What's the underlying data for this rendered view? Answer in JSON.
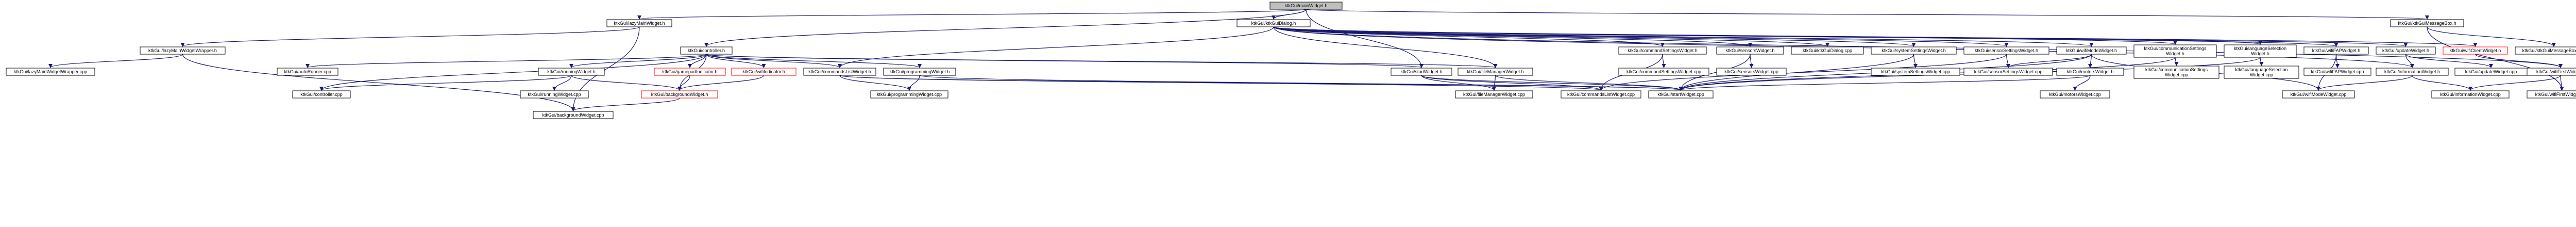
{
  "graph": {
    "title": "",
    "edge_color": "#191970",
    "highlight_border": "#ff0000",
    "root_fill": "#bfbfbf",
    "nodes": [
      {
        "id": "mainwidget",
        "label": [
          "ktkGui/mainWidget.h"
        ],
        "style": "root"
      },
      {
        "id": "lazymain",
        "label": [
          "ktkGui/lazyMainWidget.h"
        ]
      },
      {
        "id": "uidialog",
        "label": [
          "ktkGui/ktkGuiDialog.h"
        ]
      },
      {
        "id": "msgbox",
        "label": [
          "ktkGui/ktkGuiMessageBox.h"
        ]
      },
      {
        "id": "lazywrapper",
        "label": [
          "ktkGui/lazyMainWidgetWrapper.h"
        ]
      },
      {
        "id": "controller",
        "label": [
          "ktkGui/controller.h"
        ]
      },
      {
        "id": "cmdsettings",
        "label": [
          "ktkGui/commandSettingsWidget.h"
        ]
      },
      {
        "id": "sensors",
        "label": [
          "ktkGui/sensorsWidget.h"
        ]
      },
      {
        "id": "dialogcpp",
        "label": [
          "ktkGui/ktkGuiDialog.cpp"
        ]
      },
      {
        "id": "syssettings",
        "label": [
          "ktkGui/systemSettingsWidget.h"
        ]
      },
      {
        "id": "sensorsettings",
        "label": [
          "ktkGui/sensorSettingsWidget.h"
        ]
      },
      {
        "id": "wifimode",
        "label": [
          "ktkGui/wifiModeWidget.h"
        ]
      },
      {
        "id": "commsettings",
        "label": [
          "ktkGui/communicationSettings",
          "Widget.h"
        ]
      },
      {
        "id": "langsel",
        "label": [
          "ktkGui/languageSelection",
          "Widget.h"
        ]
      },
      {
        "id": "fapwidget",
        "label": [
          "ktkGui/wifiFAPWidget.h"
        ]
      },
      {
        "id": "updatewidget",
        "label": [
          "ktkGui/updateWidget.h"
        ]
      },
      {
        "id": "clientwidget",
        "label": [
          "ktkGui/wifiClientWidget.h"
        ],
        "style": "red"
      },
      {
        "id": "msgboxcpp",
        "label": [
          "ktkGui/ktkGuiMessageBox.cpp"
        ]
      },
      {
        "id": "wrappercpp",
        "label": [
          "ktkGui/lazyMainWidgetWrapper.cpp"
        ]
      },
      {
        "id": "autorunner",
        "label": [
          "ktkGui/autoRunner.cpp"
        ]
      },
      {
        "id": "runningwidget",
        "label": [
          "ktkGui/runningWidget.h"
        ]
      },
      {
        "id": "gamepad",
        "label": [
          "ktkGui/gamepadIndicator.h"
        ],
        "style": "red"
      },
      {
        "id": "wifiindicator",
        "label": [
          "ktkGui/wifiIndicator.h"
        ],
        "style": "red"
      },
      {
        "id": "cmdlistwidget",
        "label": [
          "ktkGui/commandsListWidget.h"
        ]
      },
      {
        "id": "progwidget",
        "label": [
          "ktkGui/programmingWidget.h"
        ]
      },
      {
        "id": "startwidget",
        "label": [
          "ktkGui/startWidget.h"
        ]
      },
      {
        "id": "filemanager",
        "label": [
          "ktkGui/fileManagerWidget.h"
        ]
      },
      {
        "id": "cmdsettingscpp",
        "label": [
          "ktkGui/commandSettingsWidget.cpp"
        ]
      },
      {
        "id": "sensorscpp",
        "label": [
          "ktkGui/sensorsWidget.cpp"
        ]
      },
      {
        "id": "syssettingscpp",
        "label": [
          "ktkGui/systemSettingsWidget.cpp"
        ]
      },
      {
        "id": "sensorsettingscpp",
        "label": [
          "ktkGui/sensorSettingsWidget.cpp"
        ]
      },
      {
        "id": "motorswidget",
        "label": [
          "ktkGui/motorsWidget.h"
        ]
      },
      {
        "id": "commsettingscpp",
        "label": [
          "ktkGui/communicationSettings",
          "Widget.cpp"
        ]
      },
      {
        "id": "langselcpp",
        "label": [
          "ktkGui/languageSelection",
          "Widget.cpp"
        ]
      },
      {
        "id": "fapcpp",
        "label": [
          "ktkGui/wifiFAPWidget.cpp"
        ]
      },
      {
        "id": "infowidget",
        "label": [
          "ktkGui/informationWidget.h"
        ]
      },
      {
        "id": "updatecpp",
        "label": [
          "ktkGui/updateWidget.cpp"
        ]
      },
      {
        "id": "firstwidget",
        "label": [
          "ktkGui/wifiFirstWidget.h"
        ]
      },
      {
        "id": "controllercpp",
        "label": [
          "ktkGui/controller.cpp"
        ]
      },
      {
        "id": "runningcpp",
        "label": [
          "ktkGui/runningWidget.cpp"
        ]
      },
      {
        "id": "background",
        "label": [
          "ktkGui/backgroundWidget.h"
        ],
        "style": "red"
      },
      {
        "id": "progcpp",
        "label": [
          "ktkGui/programmingWidget.cpp"
        ]
      },
      {
        "id": "filemanagercpp",
        "label": [
          "ktkGui/fileManagerWidget.cpp"
        ]
      },
      {
        "id": "cmdlistcpp",
        "label": [
          "ktkGui/commandsListWidget.cpp"
        ]
      },
      {
        "id": "startcpp",
        "label": [
          "ktkGui/startWidget.cpp"
        ]
      },
      {
        "id": "motorscpp",
        "label": [
          "ktkGui/motorsWidget.cpp"
        ]
      },
      {
        "id": "wifimodecpp",
        "label": [
          "ktkGui/wifiModeWidget.cpp"
        ]
      },
      {
        "id": "infocpp",
        "label": [
          "ktkGui/informationWidget.cpp"
        ]
      },
      {
        "id": "firstcpp",
        "label": [
          "ktkGui/wifiFirstWidget.cpp"
        ]
      },
      {
        "id": "backgroundcpp",
        "label": [
          "ktkGui/backgroundWidget.cpp"
        ]
      }
    ],
    "edges": [
      [
        "mainwidget",
        "lazymain"
      ],
      [
        "mainwidget",
        "uidialog"
      ],
      [
        "mainwidget",
        "msgbox"
      ],
      [
        "mainwidget",
        "controller"
      ],
      [
        "mainwidget",
        "startwidget"
      ],
      [
        "lazymain",
        "lazywrapper"
      ],
      [
        "lazymain",
        "backgroundcpp"
      ],
      [
        "lazywrapper",
        "wrappercpp"
      ],
      [
        "lazywrapper",
        "backgroundcpp"
      ],
      [
        "uidialog",
        "cmdsettings"
      ],
      [
        "uidialog",
        "sensors"
      ],
      [
        "uidialog",
        "dialogcpp"
      ],
      [
        "uidialog",
        "syssettings"
      ],
      [
        "uidialog",
        "sensorsettings"
      ],
      [
        "uidialog",
        "wifimode"
      ],
      [
        "uidialog",
        "commsettings"
      ],
      [
        "uidialog",
        "langsel"
      ],
      [
        "uidialog",
        "fapwidget"
      ],
      [
        "uidialog",
        "updatewidget"
      ],
      [
        "uidialog",
        "clientwidget"
      ],
      [
        "uidialog",
        "firstwidget"
      ],
      [
        "uidialog",
        "infowidget"
      ],
      [
        "uidialog",
        "cmdlistwidget"
      ],
      [
        "uidialog",
        "filemanager"
      ],
      [
        "msgbox",
        "msgboxcpp"
      ],
      [
        "msgbox",
        "firstcpp"
      ],
      [
        "controller",
        "autorunner"
      ],
      [
        "controller",
        "runningwidget"
      ],
      [
        "controller",
        "gamepad"
      ],
      [
        "controller",
        "wifiindicator"
      ],
      [
        "controller",
        "cmdlistwidget"
      ],
      [
        "controller",
        "progwidget"
      ],
      [
        "controller",
        "startwidget"
      ],
      [
        "controller",
        "filemanager"
      ],
      [
        "controller",
        "controllercpp"
      ],
      [
        "controller",
        "background"
      ],
      [
        "runningwidget",
        "controllercpp"
      ],
      [
        "runningwidget",
        "runningcpp"
      ],
      [
        "runningwidget",
        "background"
      ],
      [
        "gamepad",
        "background"
      ],
      [
        "wifiindicator",
        "background"
      ],
      [
        "cmdlistwidget",
        "cmdlistcpp"
      ],
      [
        "cmdlistwidget",
        "progcpp"
      ],
      [
        "cmdlistwidget",
        "startcpp"
      ],
      [
        "progwidget",
        "progcpp"
      ],
      [
        "progwidget",
        "startcpp"
      ],
      [
        "startwidget",
        "startcpp"
      ],
      [
        "startwidget",
        "filemanagercpp"
      ],
      [
        "startwidget",
        "cmdlistcpp"
      ],
      [
        "filemanager",
        "filemanagercpp"
      ],
      [
        "filemanager",
        "startcpp"
      ],
      [
        "cmdsettings",
        "cmdsettingscpp"
      ],
      [
        "cmdsettings",
        "cmdlistcpp"
      ],
      [
        "sensors",
        "sensorscpp"
      ],
      [
        "sensors",
        "startcpp"
      ],
      [
        "syssettings",
        "syssettingscpp"
      ],
      [
        "syssettings",
        "startcpp"
      ],
      [
        "sensorsettings",
        "sensorsettingscpp"
      ],
      [
        "sensorsettings",
        "cmdlistcpp"
      ],
      [
        "wifimode",
        "motorswidget"
      ],
      [
        "wifimode",
        "wifimodecpp"
      ],
      [
        "wifimode",
        "startcpp"
      ],
      [
        "wifimode",
        "sensorsettingscpp"
      ],
      [
        "motorswidget",
        "motorscpp"
      ],
      [
        "motorswidget",
        "startcpp"
      ],
      [
        "commsettings",
        "commsettingscpp"
      ],
      [
        "commsettings",
        "startcpp"
      ],
      [
        "langsel",
        "langselcpp"
      ],
      [
        "langsel",
        "startcpp"
      ],
      [
        "fapwidget",
        "fapcpp"
      ],
      [
        "fapwidget",
        "wifimodecpp"
      ],
      [
        "updatewidget",
        "updatecpp"
      ],
      [
        "updatewidget",
        "infowidget"
      ],
      [
        "clientwidget",
        "firstwidget"
      ],
      [
        "infowidget",
        "infocpp"
      ],
      [
        "infowidget",
        "wifimodecpp"
      ],
      [
        "firstwidget",
        "firstcpp"
      ],
      [
        "firstwidget",
        "infocpp"
      ],
      [
        "background",
        "backgroundcpp"
      ]
    ]
  }
}
